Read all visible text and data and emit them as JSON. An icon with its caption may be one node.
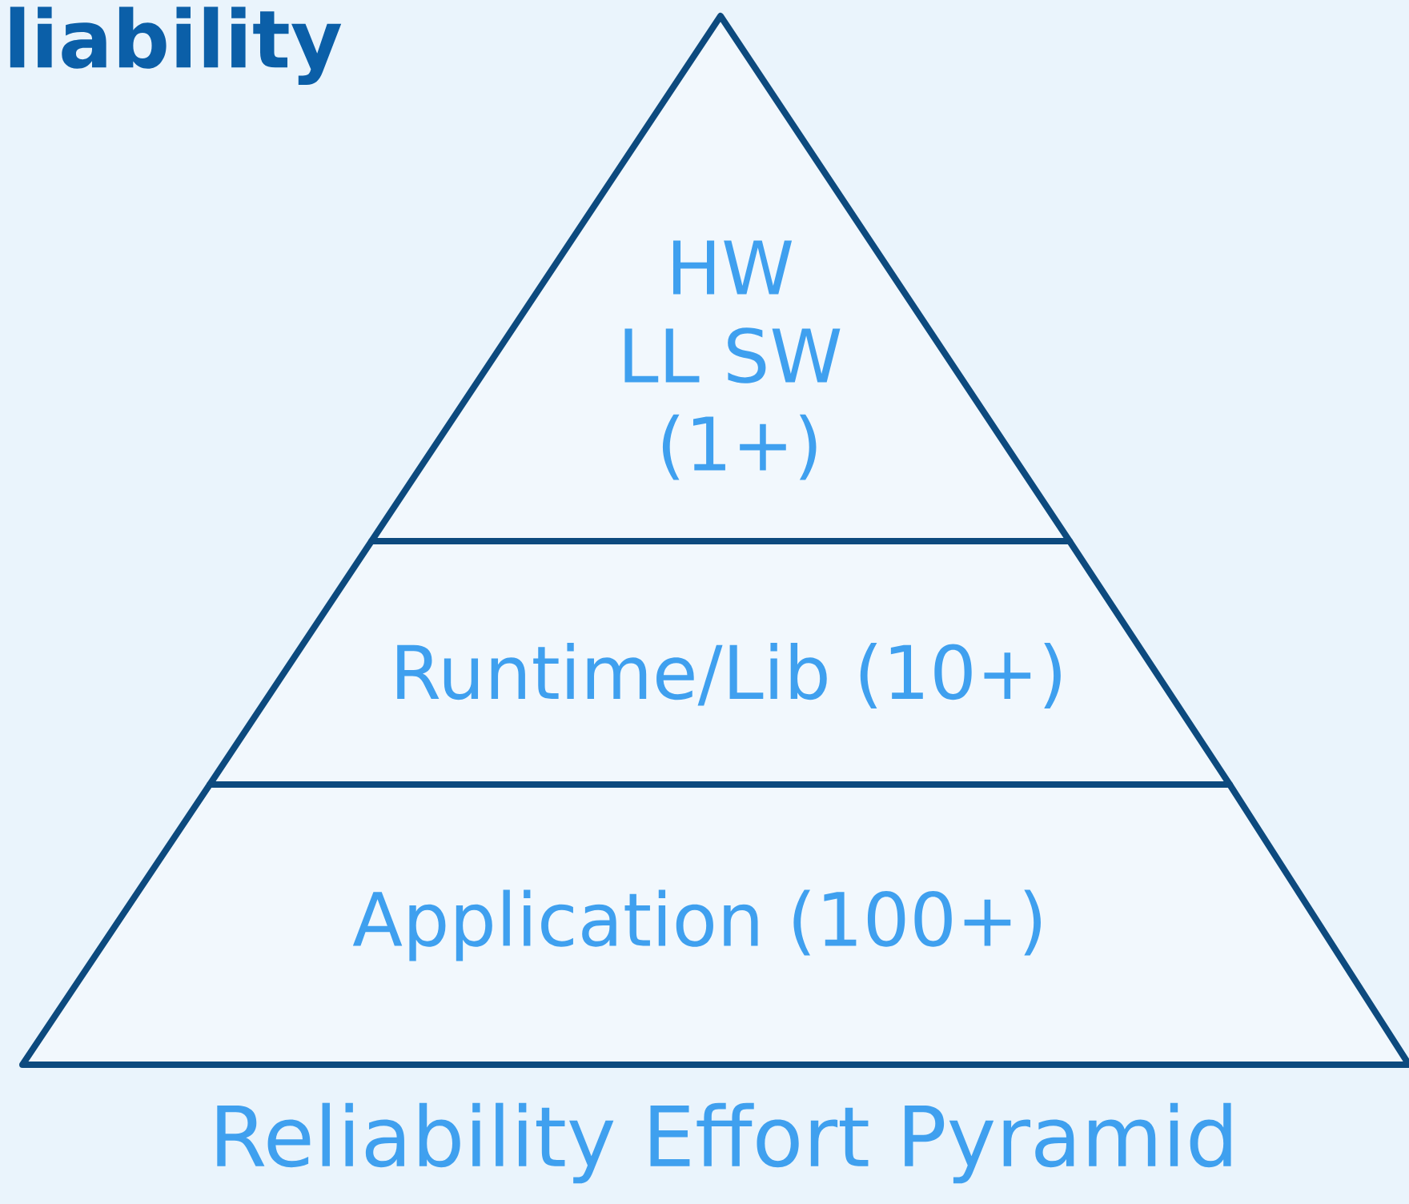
{
  "diagram": {
    "title": "liability",
    "caption": "Reliability Effort Pyramid",
    "nodes": [
      {
        "text": [
          "HW LL SW (1+)"
        ]
      },
      {
        "text": [
          "Runtime/Lib (10+)"
        ]
      },
      {
        "text": [
          "Application (100+)"
        ]
      }
    ]
  }
}
